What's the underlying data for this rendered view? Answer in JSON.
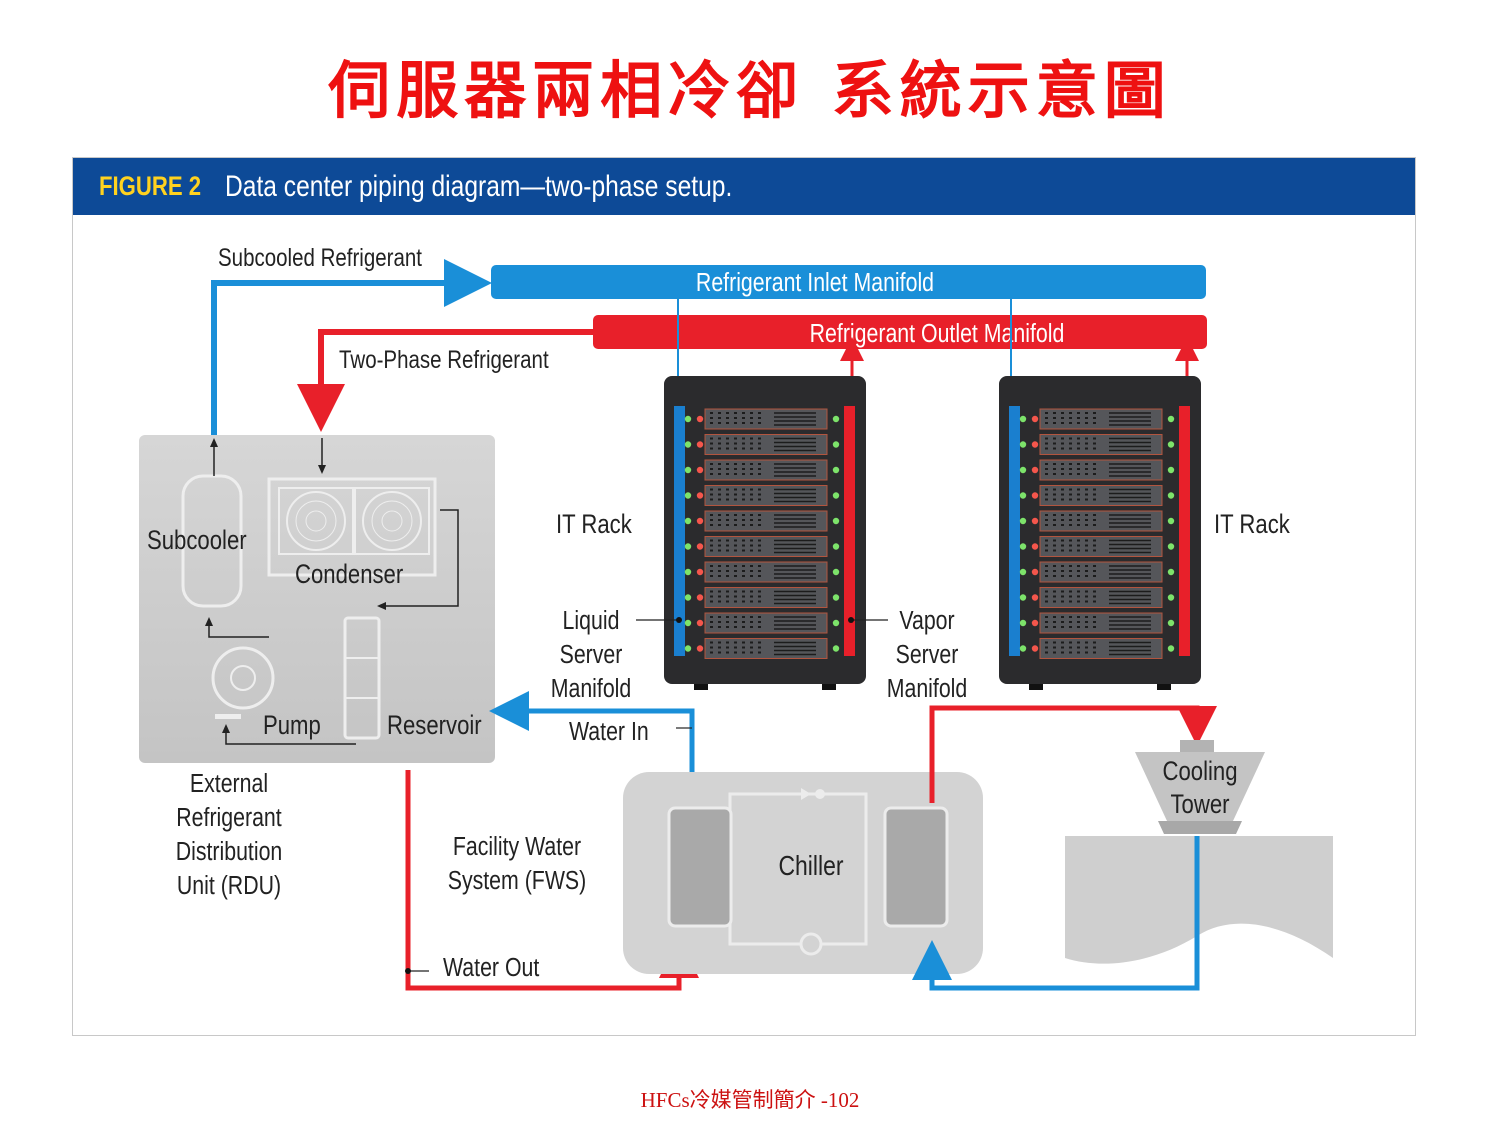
{
  "slide": {
    "title": "伺服器兩相冷卻 系統示意圖",
    "footer": "HFCs冷媒管制簡介 -102"
  },
  "figure": {
    "number": "FIGURE 2",
    "caption": "Data center piping diagram—two-phase setup."
  },
  "labels": {
    "subcooled_refrigerant": "Subcooled Refrigerant",
    "inlet_manifold": "Refrigerant Inlet Manifold",
    "outlet_manifold": "Refrigerant Outlet Manifold",
    "two_phase_refrigerant": "Two-Phase Refrigerant",
    "subcooler": "Subcooler",
    "condenser": "Condenser",
    "pump": "Pump",
    "reservoir": "Reservoir",
    "rdu_line1": "External",
    "rdu_line2": "Refrigerant",
    "rdu_line3": "Distribution",
    "rdu_line4": "Unit (RDU)",
    "it_rack_left": "IT Rack",
    "it_rack_right": "IT Rack",
    "liquid_line1": "Liquid",
    "liquid_line2": "Server",
    "liquid_line3": "Manifold",
    "vapor_line1": "Vapor",
    "vapor_line2": "Server",
    "vapor_line3": "Manifold",
    "water_in": "Water In",
    "water_out": "Water Out",
    "fws_line1": "Facility Water",
    "fws_line2": "System (FWS)",
    "chiller": "Chiller",
    "cooling_line1": "Cooling",
    "cooling_line2": "Tower"
  },
  "colors": {
    "title_red": "#ee1111",
    "header_blue": "#0d4a97",
    "figure_yellow": "#ffd21f",
    "pipe_blue": "#1a8fd8",
    "pipe_red": "#e8202a",
    "unit_gray": "#cfcfcf",
    "rack_dark": "#2b2b2d"
  },
  "racks": {
    "servers_per_rack": 10
  }
}
